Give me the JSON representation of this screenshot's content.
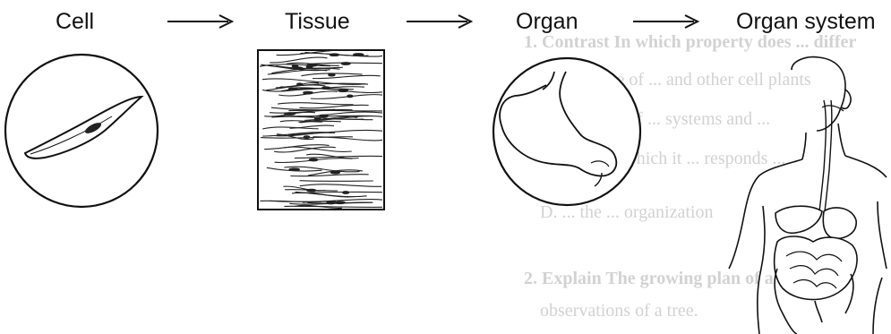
{
  "stages": [
    {
      "label": "Cell",
      "icon": "cell-icon"
    },
    {
      "label": "Tissue",
      "icon": "tissue-icon"
    },
    {
      "label": "Organ",
      "icon": "stomach-icon"
    },
    {
      "label": "Organ system",
      "icon": "digestive-system-icon"
    }
  ],
  "background_text": {
    "line1": "1. Contrast In which property does ... differ",
    "line2": "A. presence of ... and other cell plants",
    "line3": "B. presence of ... systems and ...",
    "line4": "C. the ... in which it ... responds ...",
    "line5": "D. ... the ... organization",
    "line6": "2. Explain The growing plan of a ... tree",
    "line7": "observations of a tree."
  }
}
